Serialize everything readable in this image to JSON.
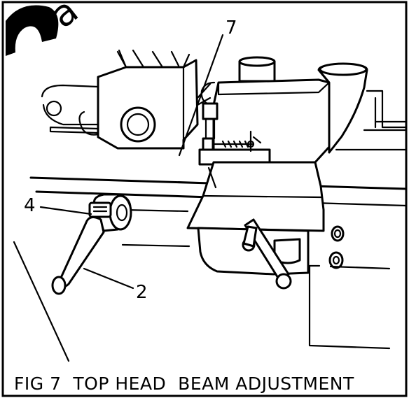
{
  "figure": {
    "callouts": {
      "label_7": "7",
      "label_4": "4",
      "label_2": "2"
    },
    "caption": "FIG 7  TOP HEAD  BEAM ADJUSTMENT",
    "watermark_fragment": "a"
  }
}
